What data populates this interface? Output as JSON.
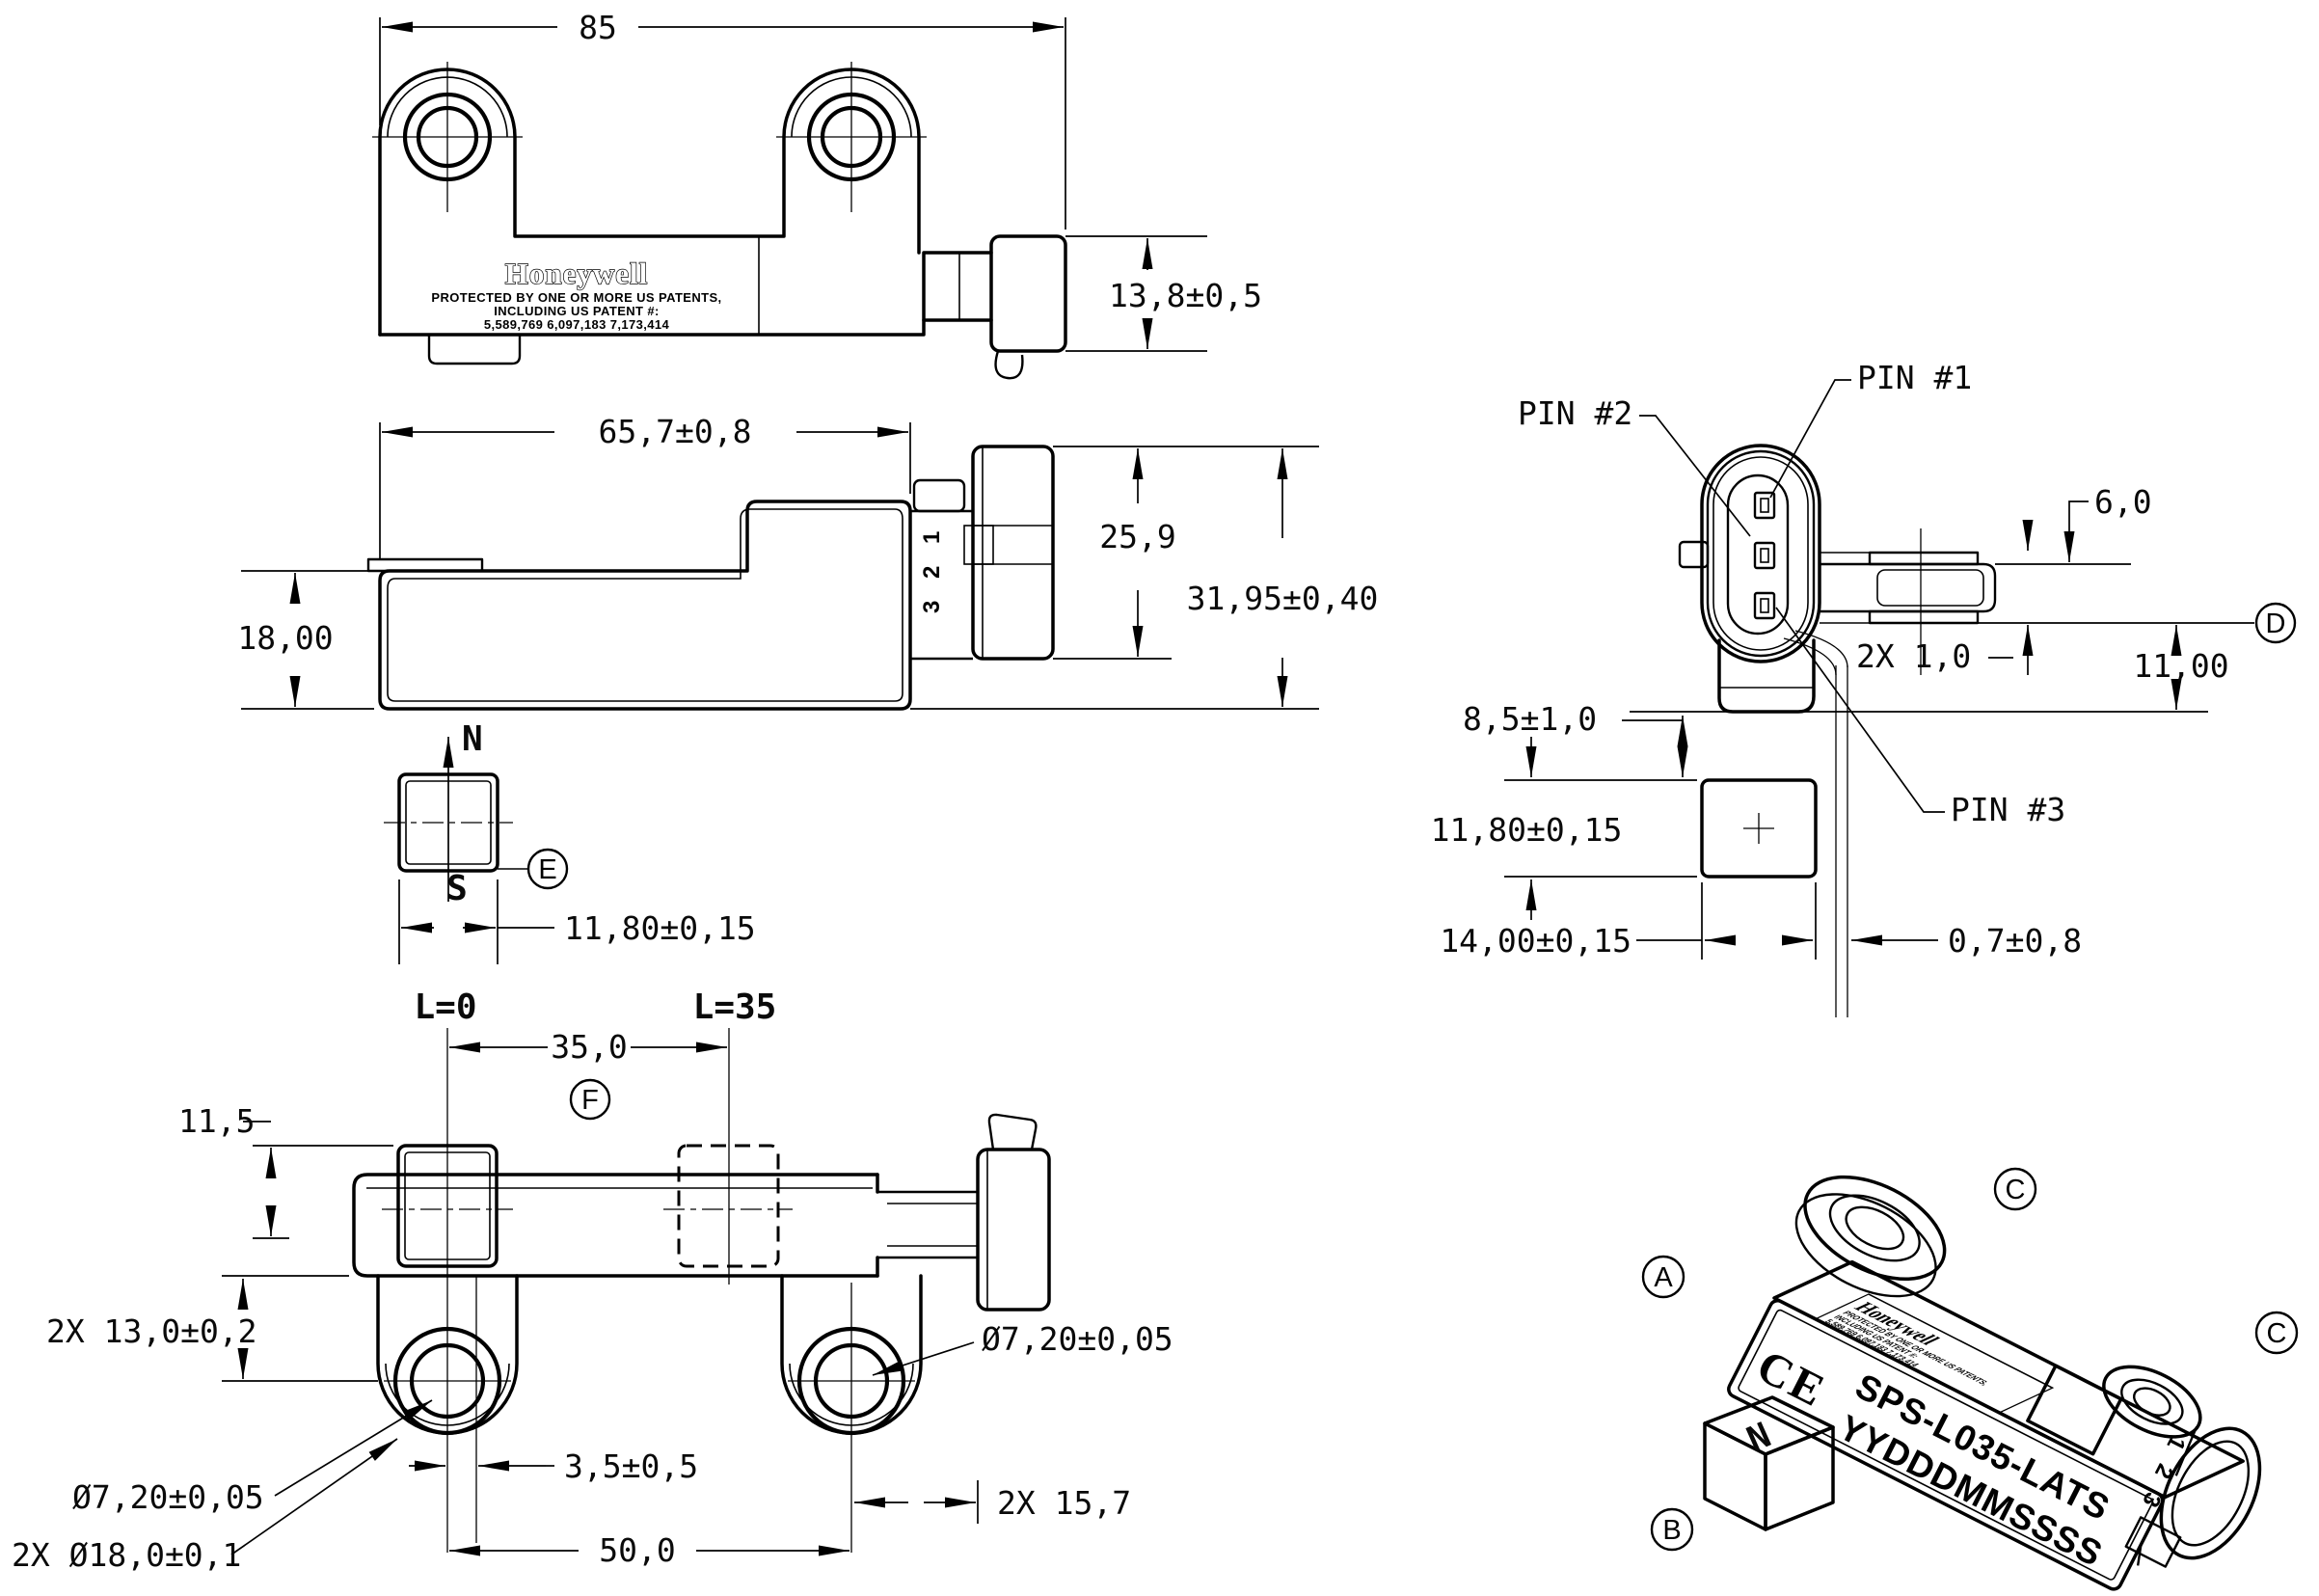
{
  "shared": {
    "brand": "Honeywell",
    "patent_line1": "PROTECTED BY ONE OR MORE US PATENTS,",
    "patent_line2": "INCLUDING US PATENT #:",
    "patent_line3": "5,589,769  6,097,183  7,173,414"
  },
  "top_view": {
    "dim_overall_length": "85",
    "dim_connector_height": "13,8±0,5"
  },
  "side_view": {
    "dim_body_length": "65,7±0,8",
    "dim_body_height": "18,00",
    "dim_connector_od": "25,9",
    "dim_overall_height": "31,95±0,40",
    "pin_order": "3 2 1",
    "magnet_north": "N",
    "magnet_south": "S",
    "balloon_e": "E",
    "dim_magnet_width": "11,80±0,15"
  },
  "end_view": {
    "pin1": "PIN #1",
    "pin2": "PIN #2",
    "pin3": "PIN #3",
    "dim_step": "6,0",
    "dim_terminal": "2X 1,0",
    "dim_height": "11,00",
    "balloon_d": "D",
    "dim_gap": "8,5±1,0",
    "dim_magnet_height": "11,80±0,15",
    "dim_magnet_width": "14,00±0,15",
    "dim_offset": "0,7±0,8"
  },
  "bottom_view": {
    "pos_zero": "L=0",
    "pos_end": "L=35",
    "dim_travel": "35,0",
    "balloon_f": "F",
    "dim_magnet_depth": "11,5",
    "dim_hole_offset": "2X 13,0±0,2",
    "dim_hole_dia_left": "Ø7,20±0,05",
    "dim_ear_dia": "2X Ø18,0±0,1",
    "dim_sense_offset": "3,5±0,5",
    "dim_hole_span": "50,0",
    "dim_ear_width": "2X 15,7",
    "dim_hole_dia_right": "Ø7,20±0,05"
  },
  "iso_view": {
    "balloon_a": "A",
    "balloon_b": "B",
    "balloon_c_top": "C",
    "balloon_c_side": "C",
    "ce_mark": "CE",
    "part_number": "SPS-L035-LATS",
    "date_code": "YYDDDMMSSSS",
    "magnet_north": "N",
    "pin1": "1",
    "pin2": "2",
    "pin3": "3"
  }
}
